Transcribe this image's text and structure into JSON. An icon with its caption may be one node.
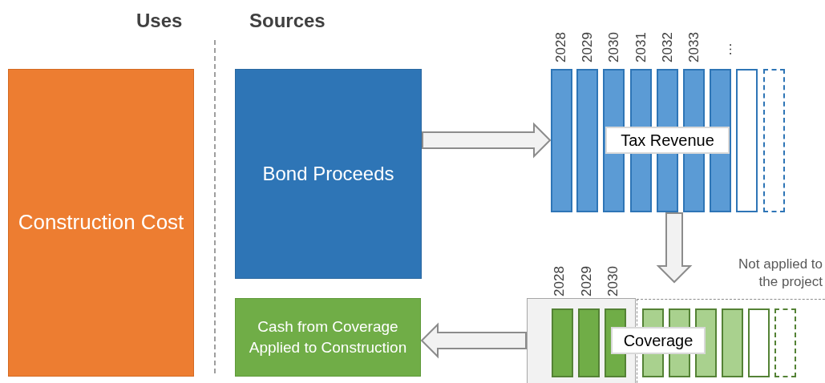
{
  "diagram": {
    "nodes": [
      {
        "text": [
          "Construction Cost"
        ]
      },
      {
        "text": [
          "Bond Proceeds"
        ]
      },
      {
        "text": [
          "Tax Revenue"
        ],
        "beside": [
          "2028",
          "2029",
          "2030",
          "2031",
          "2032",
          "2033",
          "…"
        ]
      },
      {
        "text": [],
        "shape": "box",
        "beside": [
          "2028",
          "2029",
          "2030"
        ]
      },
      {
        "text": [
          "Not applied to the project"
        ]
      },
      {
        "text": [
          "Coverage"
        ]
      },
      {
        "text": [
          "Cash from Coverage Applied to Construction"
        ]
      }
    ],
    "edges": [
      {
        "from": 1,
        "to": 2,
        "arrow": "to"
      },
      {
        "from": 2,
        "to": 4,
        "arrow": "to"
      },
      {
        "from": 3,
        "to": 6,
        "arrow": "to"
      }
    ],
    "labels": [
      "Uses",
      "Sources"
    ]
  }
}
